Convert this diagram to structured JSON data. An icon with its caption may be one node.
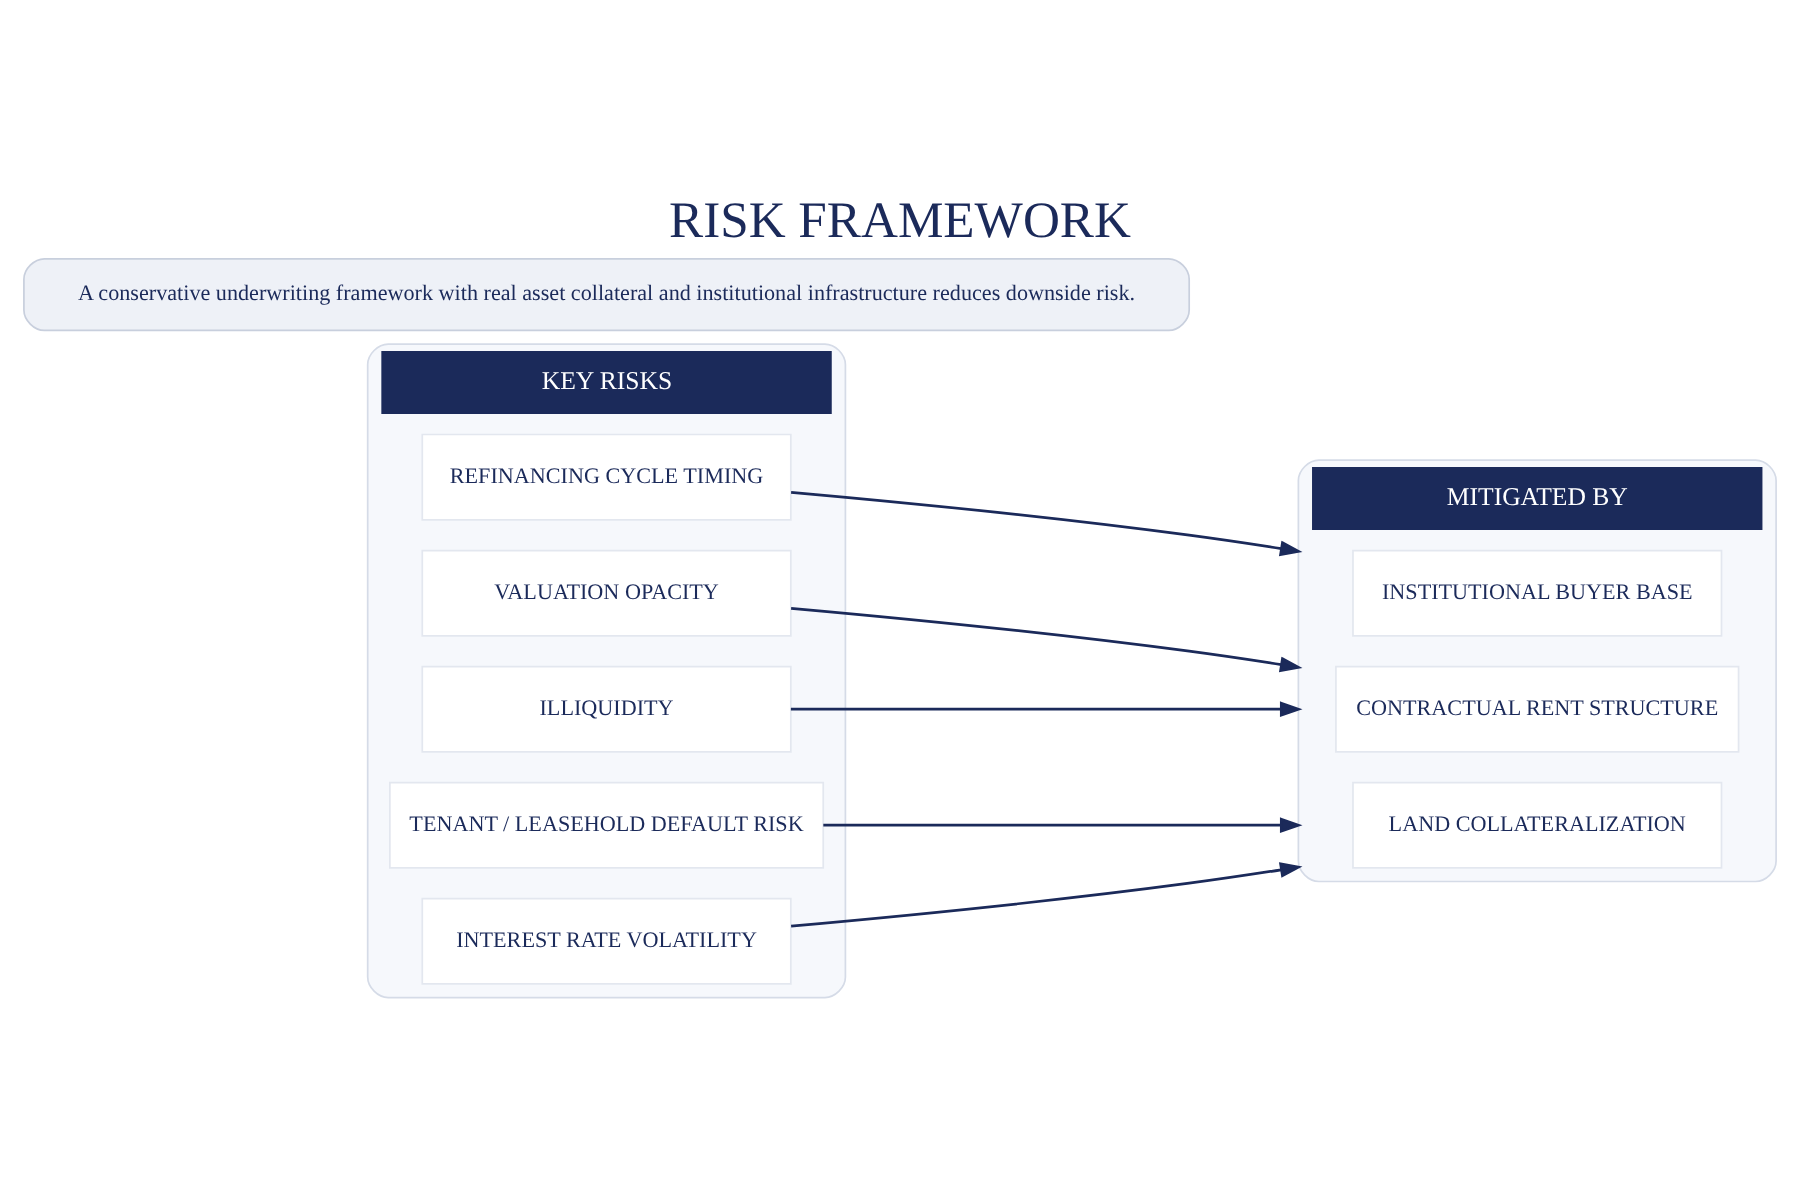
{
  "diagram": {
    "title": "RISK FRAMEWORK",
    "nodes": [
      {
        "text": [
          "KEY RISKS"
        ]
      },
      {
        "text": [
          "INTEREST RATE VOLATILITY"
        ],
        "in": 0
      },
      {
        "text": [
          "TENANT / LEASEHOLD DEFAULT RISK"
        ],
        "in": 0
      },
      {
        "text": [
          "ILLIQUIDITY"
        ],
        "in": 0
      },
      {
        "text": [
          "VALUATION OPACITY"
        ],
        "in": 0
      },
      {
        "text": [
          "REFINANCING CYCLE TIMING"
        ],
        "in": 0
      },
      {
        "text": [
          "MITIGATED BY"
        ]
      },
      {
        "text": [
          "LAND COLLATERALIZATION"
        ],
        "in": 6
      },
      {
        "text": [
          "CONTRACTUAL RENT STRUCTURE"
        ],
        "in": 6
      },
      {
        "text": [
          "INSTITUTIONAL BUYER BASE"
        ],
        "in": 6
      },
      {
        "text": [
          "A conservative underwriting framework with real asset collateral and institutional infrastructure reduces downside risk."
        ]
      }
    ],
    "edges": [
      {
        "from": 1,
        "to": 6,
        "arrow": "to"
      },
      {
        "from": 2,
        "to": 6,
        "arrow": "to"
      },
      {
        "from": 3,
        "to": 6,
        "arrow": "to"
      },
      {
        "from": 4,
        "to": 6,
        "arrow": "to"
      },
      {
        "from": 5,
        "to": 6,
        "arrow": "to"
      }
    ]
  }
}
